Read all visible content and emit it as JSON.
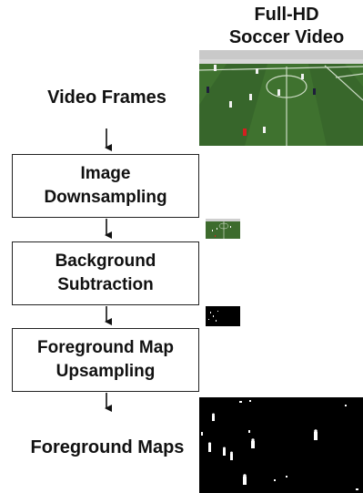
{
  "title": {
    "line1": "Full-HD",
    "line2": "Soccer Video"
  },
  "input_label": "Video Frames",
  "steps": [
    {
      "line1": "Image",
      "line2": "Downsampling"
    },
    {
      "line1": "Background",
      "line2": "Subtraction"
    },
    {
      "line1": "Foreground Map",
      "line2": "Upsampling"
    }
  ],
  "output_label": "Foreground Maps",
  "colors": {
    "box_border": "#222222",
    "arrow": "#111111",
    "pitch_green": "#3d6b2d",
    "pitch_dark": "#2e5424",
    "mask_background": "#000000",
    "mask_foreground": "#ffffff"
  }
}
